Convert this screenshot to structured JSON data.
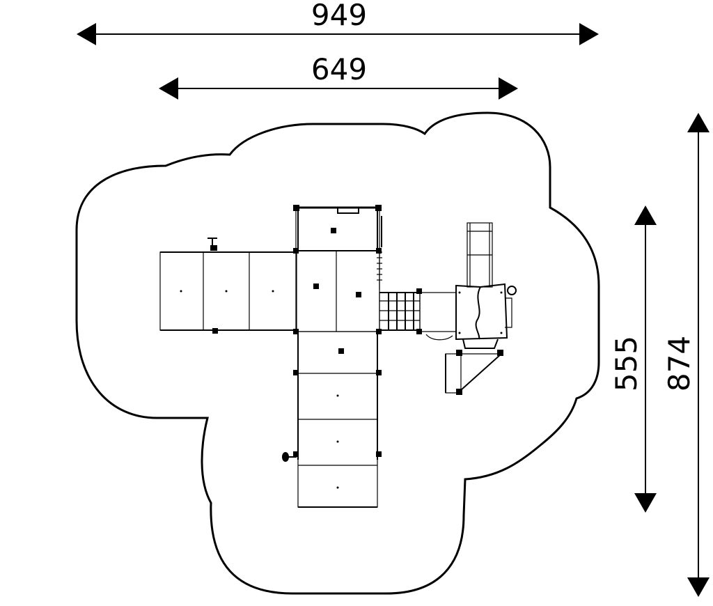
{
  "dimensions": {
    "overall_width": "949",
    "equipment_width": "649",
    "equipment_depth": "555",
    "overall_depth": "874"
  },
  "colors": {
    "line": "#000000",
    "background": "#ffffff"
  }
}
